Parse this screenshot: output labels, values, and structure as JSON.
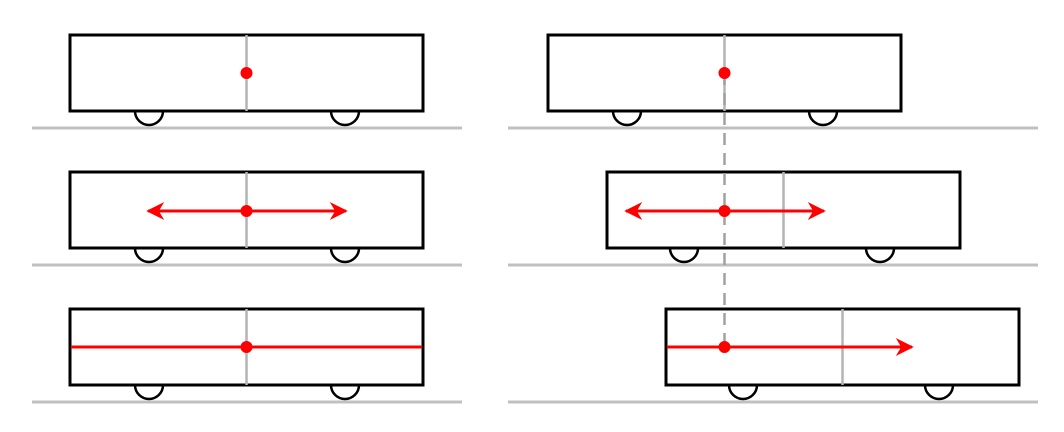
{
  "colors": {
    "outline": "#000000",
    "background": "#ffffff",
    "ground": "#c0c0c0",
    "center_line": "#b4b4b4",
    "guide": "#a0a0a0",
    "accent": "#ff0000"
  },
  "panels": [
    {
      "column": "left",
      "rows": [
        {
          "row": 1,
          "marker": "dot",
          "arrows": "none"
        },
        {
          "row": 2,
          "marker": "dot",
          "arrows": "both-directions"
        },
        {
          "row": 3,
          "marker": "dot",
          "arrows": "full-width-line"
        }
      ]
    },
    {
      "column": "right",
      "rows": [
        {
          "row": 1,
          "marker": "dot",
          "arrows": "none",
          "car_offset": "none"
        },
        {
          "row": 2,
          "marker": "dot",
          "arrows": "both-directions",
          "car_offset": "shifted-right"
        },
        {
          "row": 3,
          "marker": "dot",
          "arrows": "forward-only",
          "car_offset": "shifted-further-right"
        }
      ],
      "guide": "dashed-vertical-line-through-markers"
    }
  ]
}
